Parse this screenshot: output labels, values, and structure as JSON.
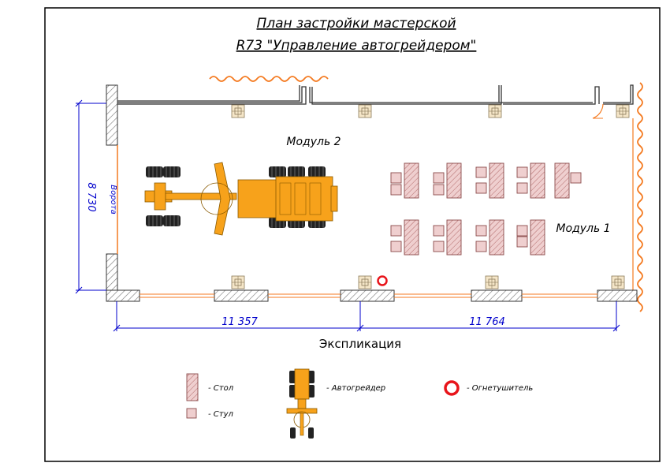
{
  "title": {
    "line1": "План застройки мастерской",
    "line2": "R73 \"Управление автогрейдером\""
  },
  "labels": {
    "module2": "Модуль 2",
    "module1": "Модуль 1",
    "gate": "Ворота"
  },
  "dimensions": {
    "height": "8 730",
    "left_span": "11 357",
    "right_span": "11 764"
  },
  "explication": {
    "heading": "Экспликация",
    "table": "- Стол",
    "chair": "- Стул",
    "grader": "- Автогрейдер",
    "extinguisher": "- Огнетушитель"
  },
  "colors": {
    "hatch": "#888888",
    "grader": "#f7a21b",
    "furniture": "#d9a0a0",
    "extinguisher": "#e8141a",
    "dimension": "#0000cc",
    "orange_line": "#f47a20"
  }
}
